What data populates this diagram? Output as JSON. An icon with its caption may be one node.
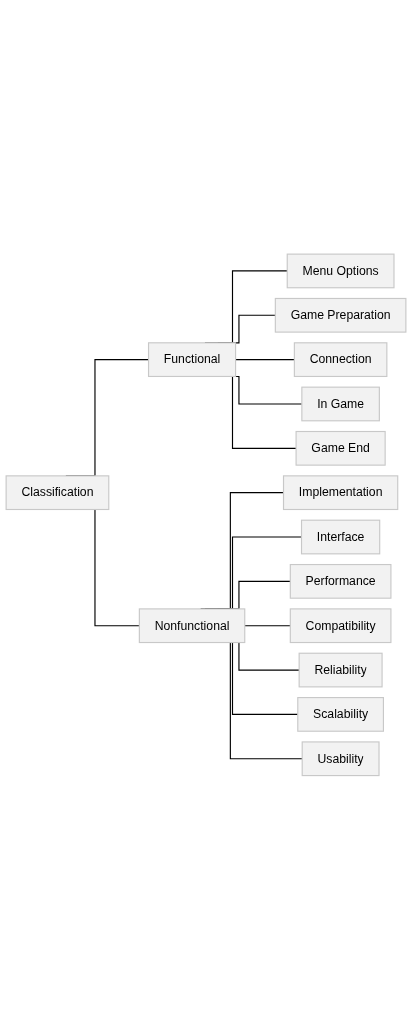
{
  "diagram": {
    "nodes": [
      {
        "text": [
          "Classification"
        ]
      },
      {
        "text": [
          "Functional"
        ]
      },
      {
        "text": [
          "Nonfunctional"
        ]
      },
      {
        "text": [
          "Menu Options"
        ]
      },
      {
        "text": [
          "Game Preparation"
        ]
      },
      {
        "text": [
          "Connection"
        ]
      },
      {
        "text": [
          "In Game"
        ]
      },
      {
        "text": [
          "Game End"
        ]
      },
      {
        "text": [
          "Implementation"
        ]
      },
      {
        "text": [
          "Interface"
        ]
      },
      {
        "text": [
          "Performance"
        ]
      },
      {
        "text": [
          "Compatibility"
        ]
      },
      {
        "text": [
          "Reliability"
        ]
      },
      {
        "text": [
          "Scalability"
        ]
      },
      {
        "text": [
          "Usability"
        ]
      }
    ],
    "edges": [
      {
        "from": 0,
        "to": 1,
        "arrow": "none"
      },
      {
        "from": 0,
        "to": 2,
        "arrow": "none"
      },
      {
        "from": 1,
        "to": 3,
        "arrow": "none"
      },
      {
        "from": 1,
        "to": 4,
        "arrow": "none"
      },
      {
        "from": 1,
        "to": 5,
        "arrow": "none"
      },
      {
        "from": 1,
        "to": 6,
        "arrow": "none"
      },
      {
        "from": 1,
        "to": 7,
        "arrow": "none"
      },
      {
        "from": 2,
        "to": 8,
        "arrow": "none"
      },
      {
        "from": 2,
        "to": 9,
        "arrow": "none"
      },
      {
        "from": 2,
        "to": 10,
        "arrow": "none"
      },
      {
        "from": 2,
        "to": 11,
        "arrow": "none"
      },
      {
        "from": 2,
        "to": 12,
        "arrow": "none"
      },
      {
        "from": 2,
        "to": 13,
        "arrow": "none"
      },
      {
        "from": 2,
        "to": 14,
        "arrow": "none"
      }
    ]
  }
}
